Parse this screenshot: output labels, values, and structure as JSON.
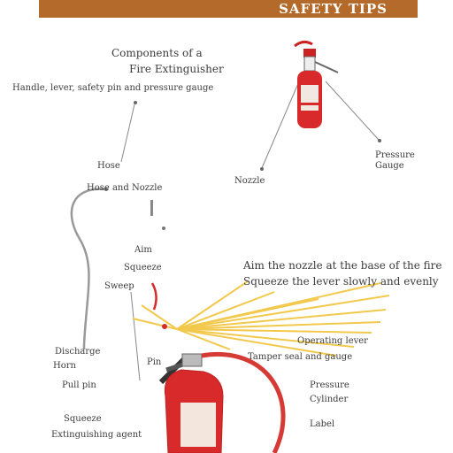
{
  "banner": {
    "title": "SAFETY TIPS"
  },
  "labels": {
    "top_center_1": "Components of a",
    "top_center_2": "Fire Extinguisher",
    "top_center_3": "Handle, lever, safety pin and pressure gauge",
    "left_hose": "Hose",
    "small_ext_left": "Nozzle",
    "small_ext_right_1": "Pressure",
    "small_ext_right_2": "Gauge",
    "hose_label": "Hose and Nozzle",
    "spray_1": "Aim",
    "spray_2": "Squeeze",
    "spray_3": "Sweep",
    "right_spray_1": "Aim the nozzle at the base of the fire",
    "right_spray_2": "Squeeze the lever slowly and evenly",
    "left_bottom_1": "Discharge",
    "left_bottom_2": "Horn",
    "left_bottom_3": "Pull pin",
    "left_bottom_4": "Squeeze",
    "left_bottom_5": "Extinguishing agent",
    "right_bottom_1": "Operating lever",
    "right_bottom_2": "Tamper seal and gauge",
    "right_bottom_3": "Pressure",
    "right_bottom_4": "Cylinder",
    "right_bottom_5": "Label",
    "mid_small": "Pin"
  },
  "colors": {
    "banner": "#b36a2a",
    "extinguisher_red": "#d8292b",
    "spray_yellow": "#f2c94c",
    "hose_red": "#d63a35",
    "line_gray": "#8a8a8a"
  }
}
